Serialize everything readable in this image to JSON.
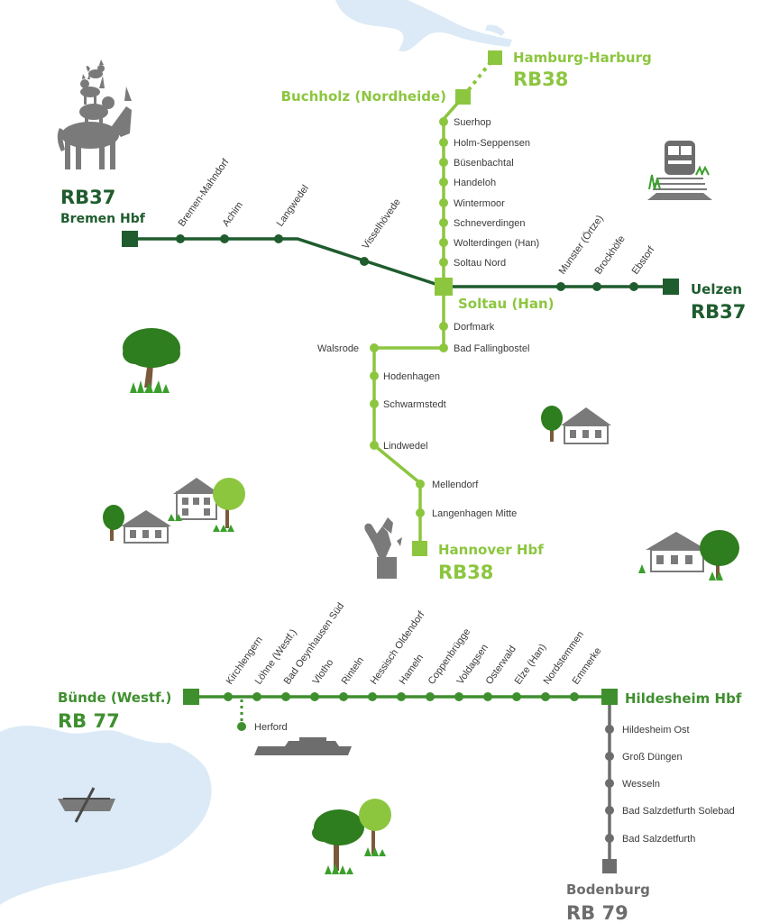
{
  "colors": {
    "rb37": "#1f5c2e",
    "rb38": "#8cc63f",
    "rb77": "#3f8f2f",
    "rb79": "#6d6d6d",
    "water": "#dbeaf6",
    "icon_gray": "#7a7a7a",
    "grass": "#3aa02b",
    "tree_dark": "#2e7d1e",
    "tree_light": "#8cc63f"
  },
  "rb38": {
    "line_label_top": "RB38",
    "line_label_bottom": "RB38",
    "north_terminus": "Hamburg-Harburg",
    "junction_north": "Buchholz (Nordheide)",
    "stations_north": [
      "Suerhop",
      "Holm-Seppensen",
      "Büsenbachtal",
      "Handeloh",
      "Wintermoor",
      "Schneverdingen",
      "Wolterdingen (Han)",
      "Soltau Nord"
    ],
    "hub": "Soltau (Han)",
    "stations_south": [
      "Dorfmark",
      "Bad Fallingbostel",
      "Walsrode",
      "Hodenhagen",
      "Schwarmstedt",
      "Lindwedel",
      "Mellendorf",
      "Langenhagen Mitte"
    ],
    "south_terminus": "Hannover Hbf"
  },
  "rb37": {
    "line_label_west": "RB37",
    "line_label_east": "RB37",
    "west_terminus": "Bremen Hbf",
    "stations_west": [
      "Bremen-Mahndorf",
      "Achim",
      "Langwedel",
      "Visselhövede"
    ],
    "stations_east": [
      "Munster (Örtze)",
      "Brockhöfe",
      "Ebstorf"
    ],
    "east_terminus": "Uelzen"
  },
  "rb77": {
    "line_label": "RB 77",
    "west_terminus": "Bünde (Westf.)",
    "stations": [
      "Kirchlengern",
      "Löhne (Westf.)",
      "Bad Oeynhausen Süd",
      "Vlotho",
      "Rinteln",
      "Hessisch Oldendorf",
      "Hameln",
      "Coppenbrügge",
      "Voldagsen",
      "Osterwald",
      "Elze (Han)",
      "Nordstemmen",
      "Emmerke"
    ],
    "branch_station": "Herford",
    "east_terminus": "Hildesheim Hbf"
  },
  "rb79": {
    "line_label": "RB 79",
    "stations": [
      "Hildesheim Ost",
      "Groß Düngen",
      "Wesseln",
      "Bad Salzdetfurth Solebad",
      "Bad Salzdetfurth"
    ],
    "south_terminus": "Bodenburg"
  },
  "icons": [
    "bremen-town-musicians-icon",
    "train-icon",
    "tree-icon",
    "house-icon",
    "horse-statue-icon",
    "ship-icon",
    "rowboat-icon"
  ]
}
